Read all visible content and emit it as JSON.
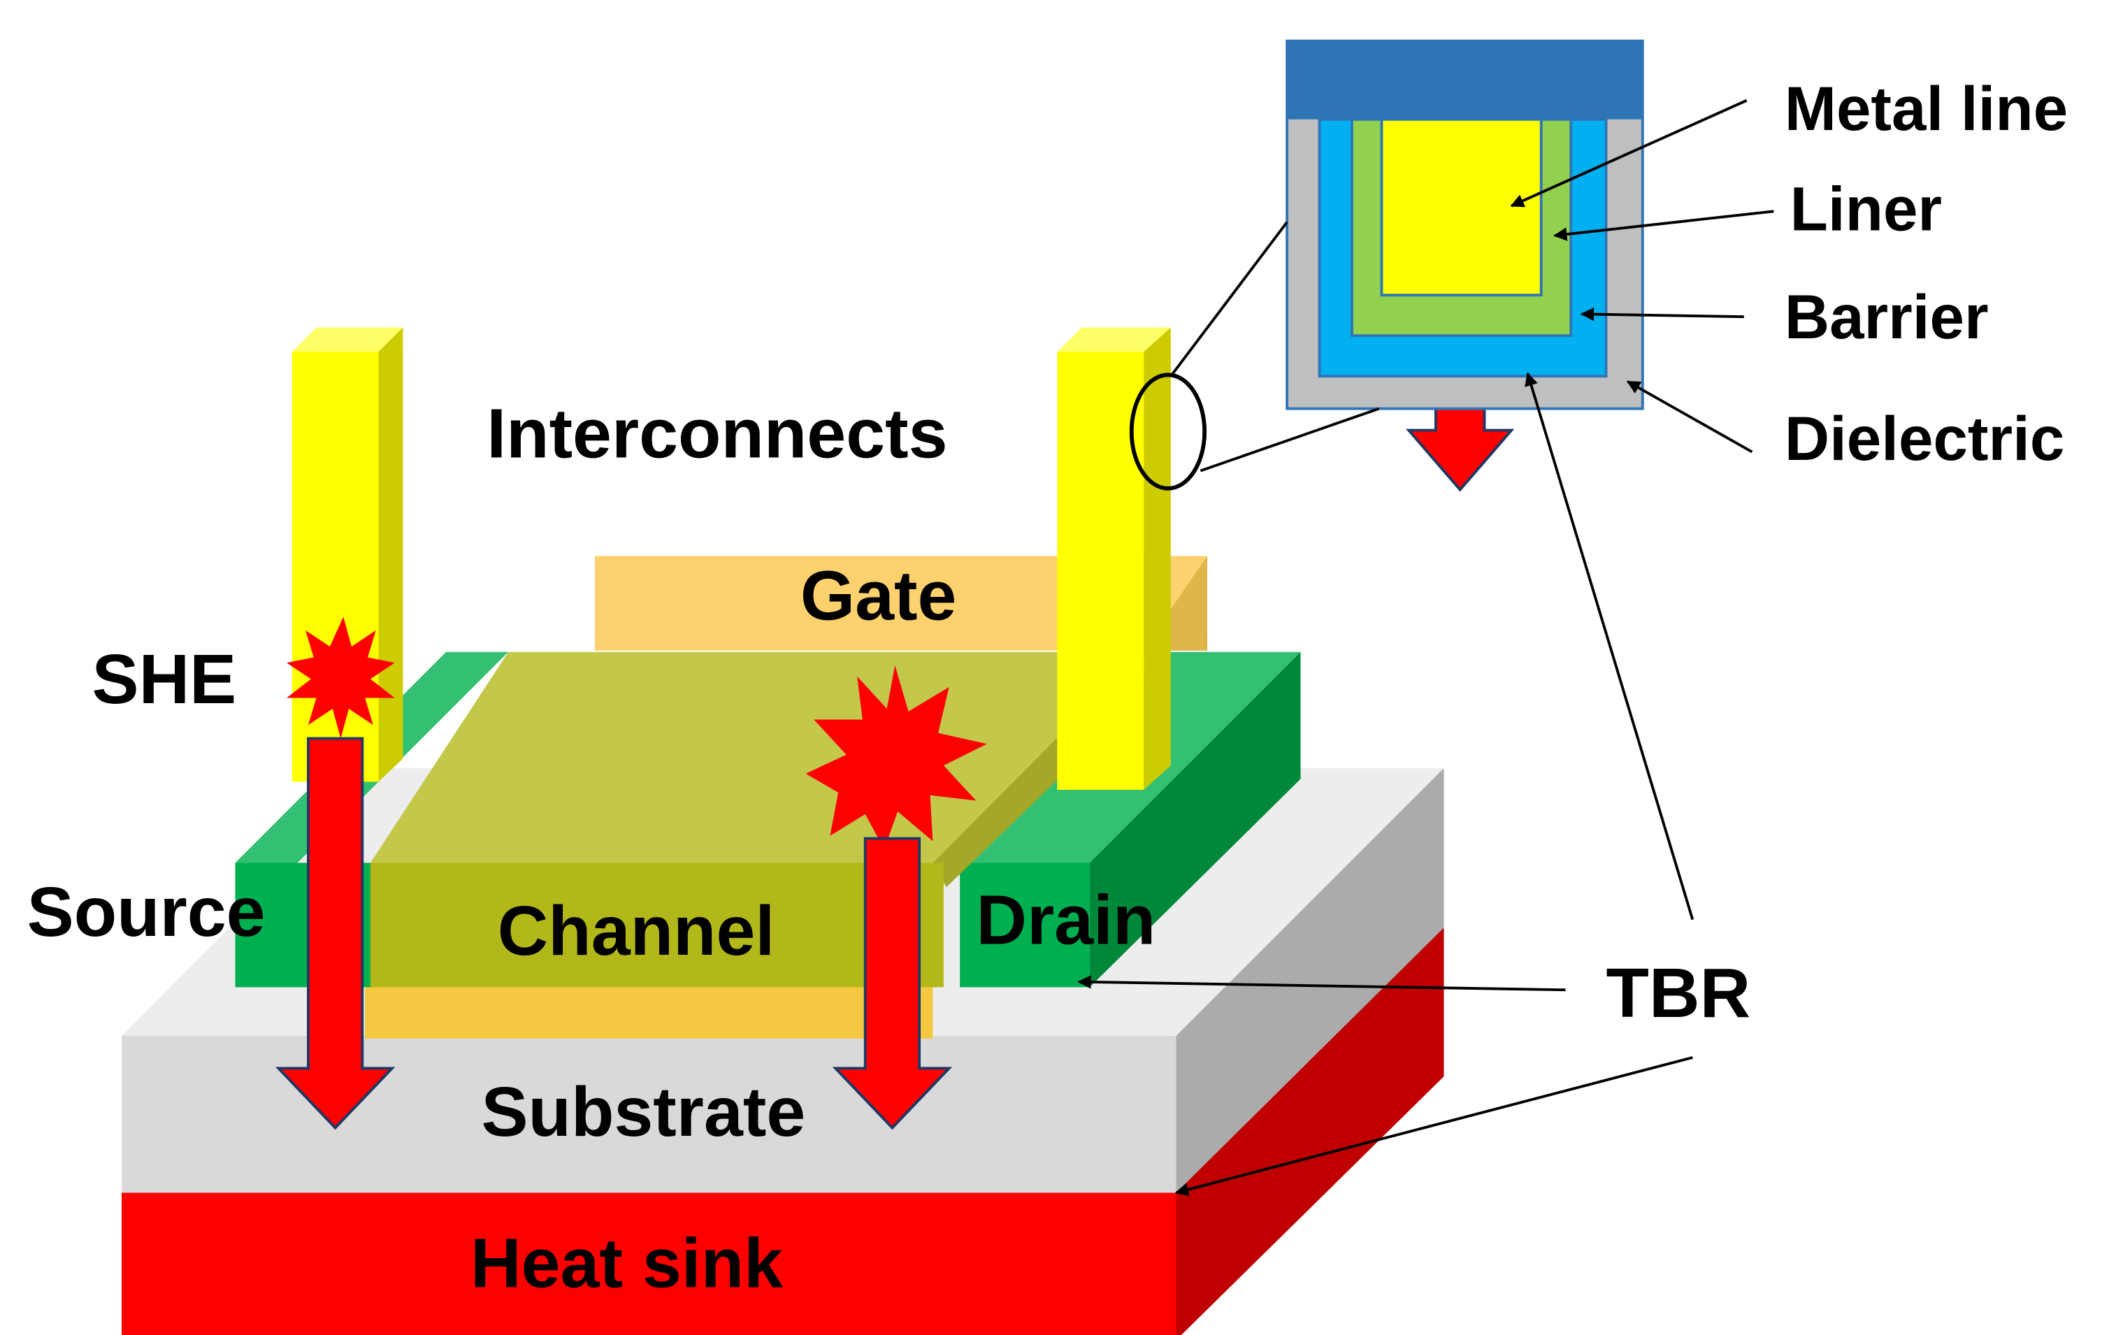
{
  "labels": {
    "interconnects": "Interconnects",
    "gate": "Gate",
    "she": "SHE",
    "source": "Source",
    "channel": "Channel",
    "drain": "Drain",
    "substrate": "Substrate",
    "heat_sink": "Heat sink",
    "metal_line": "Metal line",
    "liner": "Liner",
    "barrier": "Barrier",
    "dielectric": "Dielectric",
    "tbr": "TBR"
  },
  "colors": {
    "heat_sink": "#ff0000",
    "substrate": "#d9d9d9",
    "gate": "#fdd26e",
    "channel": "#b3b81a",
    "source_drain": "#00b050",
    "interconnect": "#ffff00",
    "hotspot": "#ff0000",
    "heat_flow_arrow": "#ff0000",
    "dielectric_top": "#2e75b6",
    "dielectric": "#bfbfbf",
    "barrier": "#00b0f0",
    "liner": "#92d050",
    "metal_line": "#ffff00"
  },
  "icons": [
    "hotspot-burst-icon",
    "heat-flow-arrow-icon",
    "magnifier-ellipse-icon"
  ]
}
